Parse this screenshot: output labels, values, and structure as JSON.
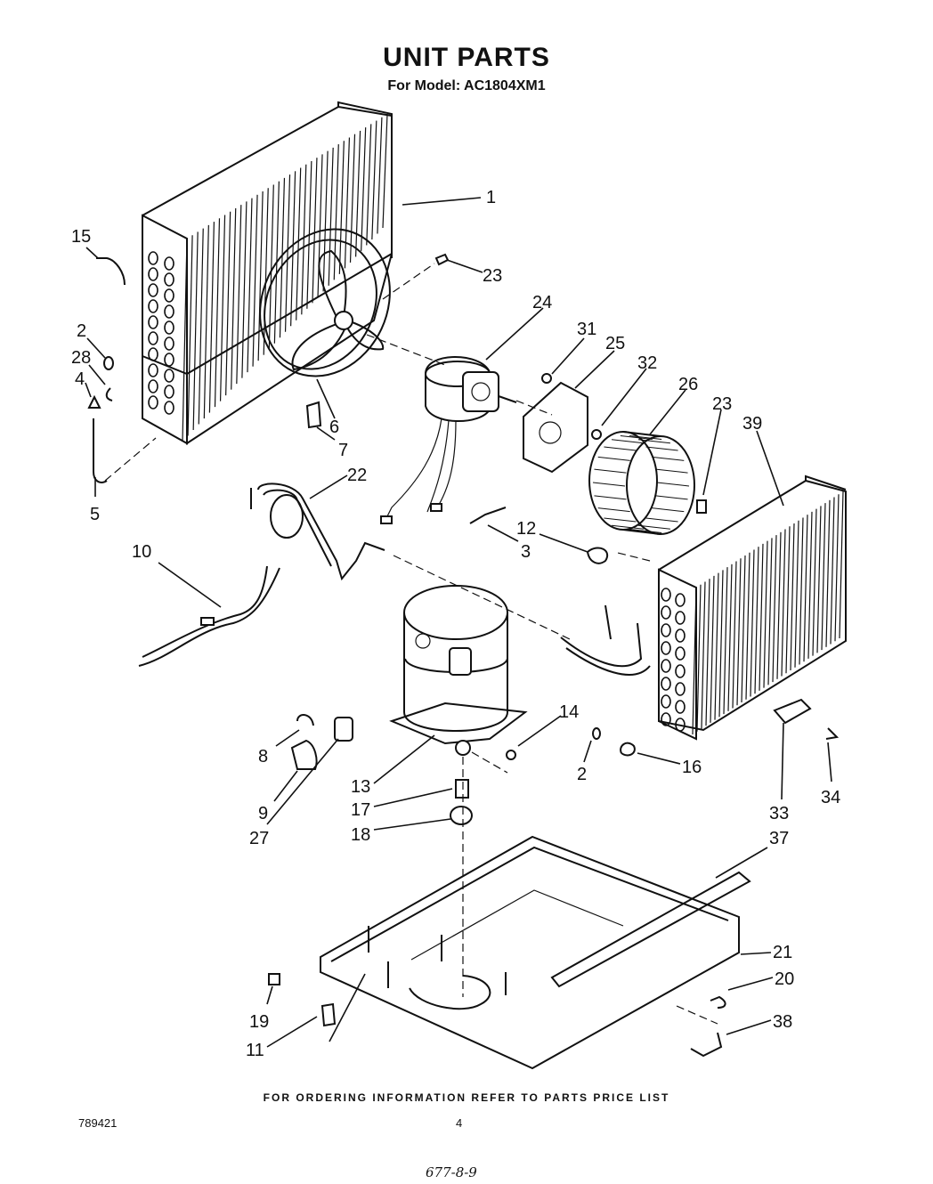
{
  "title": "UNIT PARTS",
  "subtitle": "For Model: AC1804XM1",
  "footer": "FOR ORDERING INFORMATION REFER TO PARTS PRICE LIST",
  "doc_number": "789421",
  "page_number": "4",
  "handwritten_code": "677-8-9",
  "callouts": [
    {
      "id": "c1",
      "text": "1"
    },
    {
      "id": "c15",
      "text": "15"
    },
    {
      "id": "c23a",
      "text": "23"
    },
    {
      "id": "c24",
      "text": "24"
    },
    {
      "id": "c31",
      "text": "31"
    },
    {
      "id": "c25",
      "text": "25"
    },
    {
      "id": "c32",
      "text": "32"
    },
    {
      "id": "c26",
      "text": "26"
    },
    {
      "id": "c23b",
      "text": "23"
    },
    {
      "id": "c39",
      "text": "39"
    },
    {
      "id": "c2a",
      "text": "2"
    },
    {
      "id": "c28",
      "text": "28"
    },
    {
      "id": "c4",
      "text": "4"
    },
    {
      "id": "c6",
      "text": "6"
    },
    {
      "id": "c7",
      "text": "7"
    },
    {
      "id": "c5",
      "text": "5"
    },
    {
      "id": "c22",
      "text": "22"
    },
    {
      "id": "c10",
      "text": "10"
    },
    {
      "id": "c12",
      "text": "12"
    },
    {
      "id": "c3",
      "text": "3"
    },
    {
      "id": "c14",
      "text": "14"
    },
    {
      "id": "c8",
      "text": "8"
    },
    {
      "id": "c9",
      "text": "9"
    },
    {
      "id": "c27",
      "text": "27"
    },
    {
      "id": "c13",
      "text": "13"
    },
    {
      "id": "c17",
      "text": "17"
    },
    {
      "id": "c18",
      "text": "18"
    },
    {
      "id": "c2b",
      "text": "2"
    },
    {
      "id": "c16",
      "text": "16"
    },
    {
      "id": "c33",
      "text": "33"
    },
    {
      "id": "c34",
      "text": "34"
    },
    {
      "id": "c37",
      "text": "37"
    },
    {
      "id": "c21",
      "text": "21"
    },
    {
      "id": "c20",
      "text": "20"
    },
    {
      "id": "c38",
      "text": "38"
    },
    {
      "id": "c19",
      "text": "19"
    },
    {
      "id": "c11",
      "text": "11"
    }
  ]
}
